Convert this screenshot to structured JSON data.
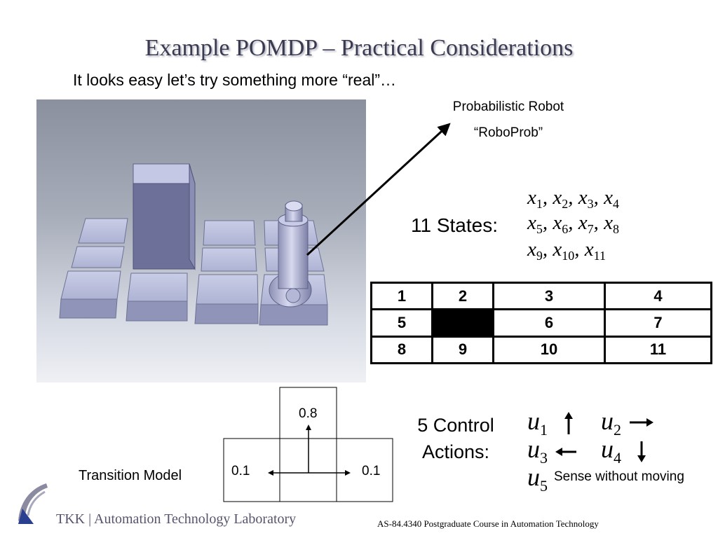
{
  "title": "Example POMDP – Practical Considerations",
  "subtitle": "It looks easy let’s try something more “real”…",
  "robot_label": {
    "line1": "Probabilistic Robot",
    "line2": "“RoboProb”"
  },
  "states": {
    "label": "11 States:",
    "rows": [
      [
        {
          "v": "x",
          "s": "1"
        },
        {
          "v": "x",
          "s": "2"
        },
        {
          "v": "x",
          "s": "3"
        },
        {
          "v": "x",
          "s": "4"
        }
      ],
      [
        {
          "v": "x",
          "s": "5"
        },
        {
          "v": "x",
          "s": "6"
        },
        {
          "v": "x",
          "s": "7"
        },
        {
          "v": "x",
          "s": "8"
        }
      ],
      [
        {
          "v": "x",
          "s": "9"
        },
        {
          "v": "x",
          "s": "10"
        },
        {
          "v": "x",
          "s": "11"
        }
      ]
    ]
  },
  "grid": [
    [
      "1",
      "2",
      "3",
      "4"
    ],
    [
      "5",
      "",
      "6",
      "7"
    ],
    [
      "8",
      "9",
      "10",
      "11"
    ]
  ],
  "controls": {
    "label_line1": "5 Control",
    "label_line2": "Actions:",
    "u1": {
      "v": "u",
      "s": "1"
    },
    "u2": {
      "v": "u",
      "s": "2"
    },
    "u3": {
      "v": "u",
      "s": "3"
    },
    "u4": {
      "v": "u",
      "s": "4"
    },
    "u5": {
      "v": "u",
      "s": "5"
    },
    "sense_text": "Sense without moving"
  },
  "transition": {
    "label": "Transition Model",
    "forward": "0.8",
    "left": "0.1",
    "right": "0.1"
  },
  "footer": {
    "org": "TKK | Automation Technology Laboratory",
    "course": "AS-84.4340 Postgraduate Course in Automation Technology"
  }
}
